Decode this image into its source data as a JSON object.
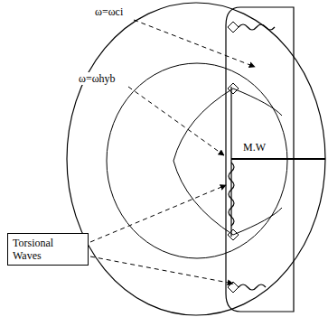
{
  "diagram": {
    "nodes": [
      {
        "text": [
          "Torsional Waves"
        ]
      }
    ],
    "labels": [
      "ω=ωci",
      "ω=ωhyb",
      "M.W"
    ]
  }
}
